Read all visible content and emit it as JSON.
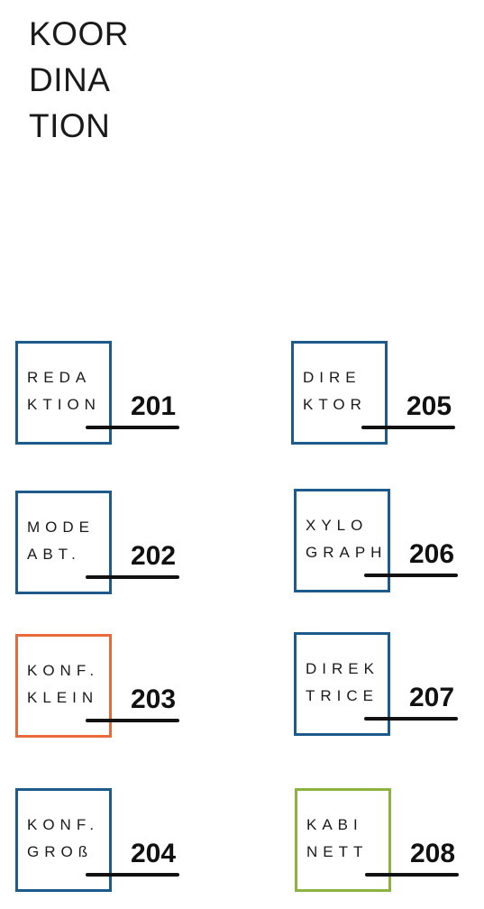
{
  "title": {
    "line1": "KOOR",
    "line2": "DINA",
    "line3": "TION"
  },
  "rooms": [
    {
      "line1": "REDA",
      "line2": "KTION",
      "number": "201",
      "color": "#1d5b8c"
    },
    {
      "line1": "MODE",
      "line2": "ABT.",
      "number": "202",
      "color": "#1d5b8c"
    },
    {
      "line1": "KONF.",
      "line2": "KLEIN",
      "number": "203",
      "color": "#e8693a"
    },
    {
      "line1": "KONF.",
      "line2": "GROß",
      "number": "204",
      "color": "#1d5b8c"
    },
    {
      "line1": "DIRE",
      "line2": "KTOR",
      "number": "205",
      "color": "#1d5b8c"
    },
    {
      "line1": "XYLO",
      "line2": "GRAPH",
      "number": "206",
      "color": "#1d5b8c"
    },
    {
      "line1": "DIREK",
      "line2": "TRICE",
      "number": "207",
      "color": "#1d5b8c"
    },
    {
      "line1": "KABI",
      "line2": "NETT",
      "number": "208",
      "color": "#8db33f"
    }
  ]
}
